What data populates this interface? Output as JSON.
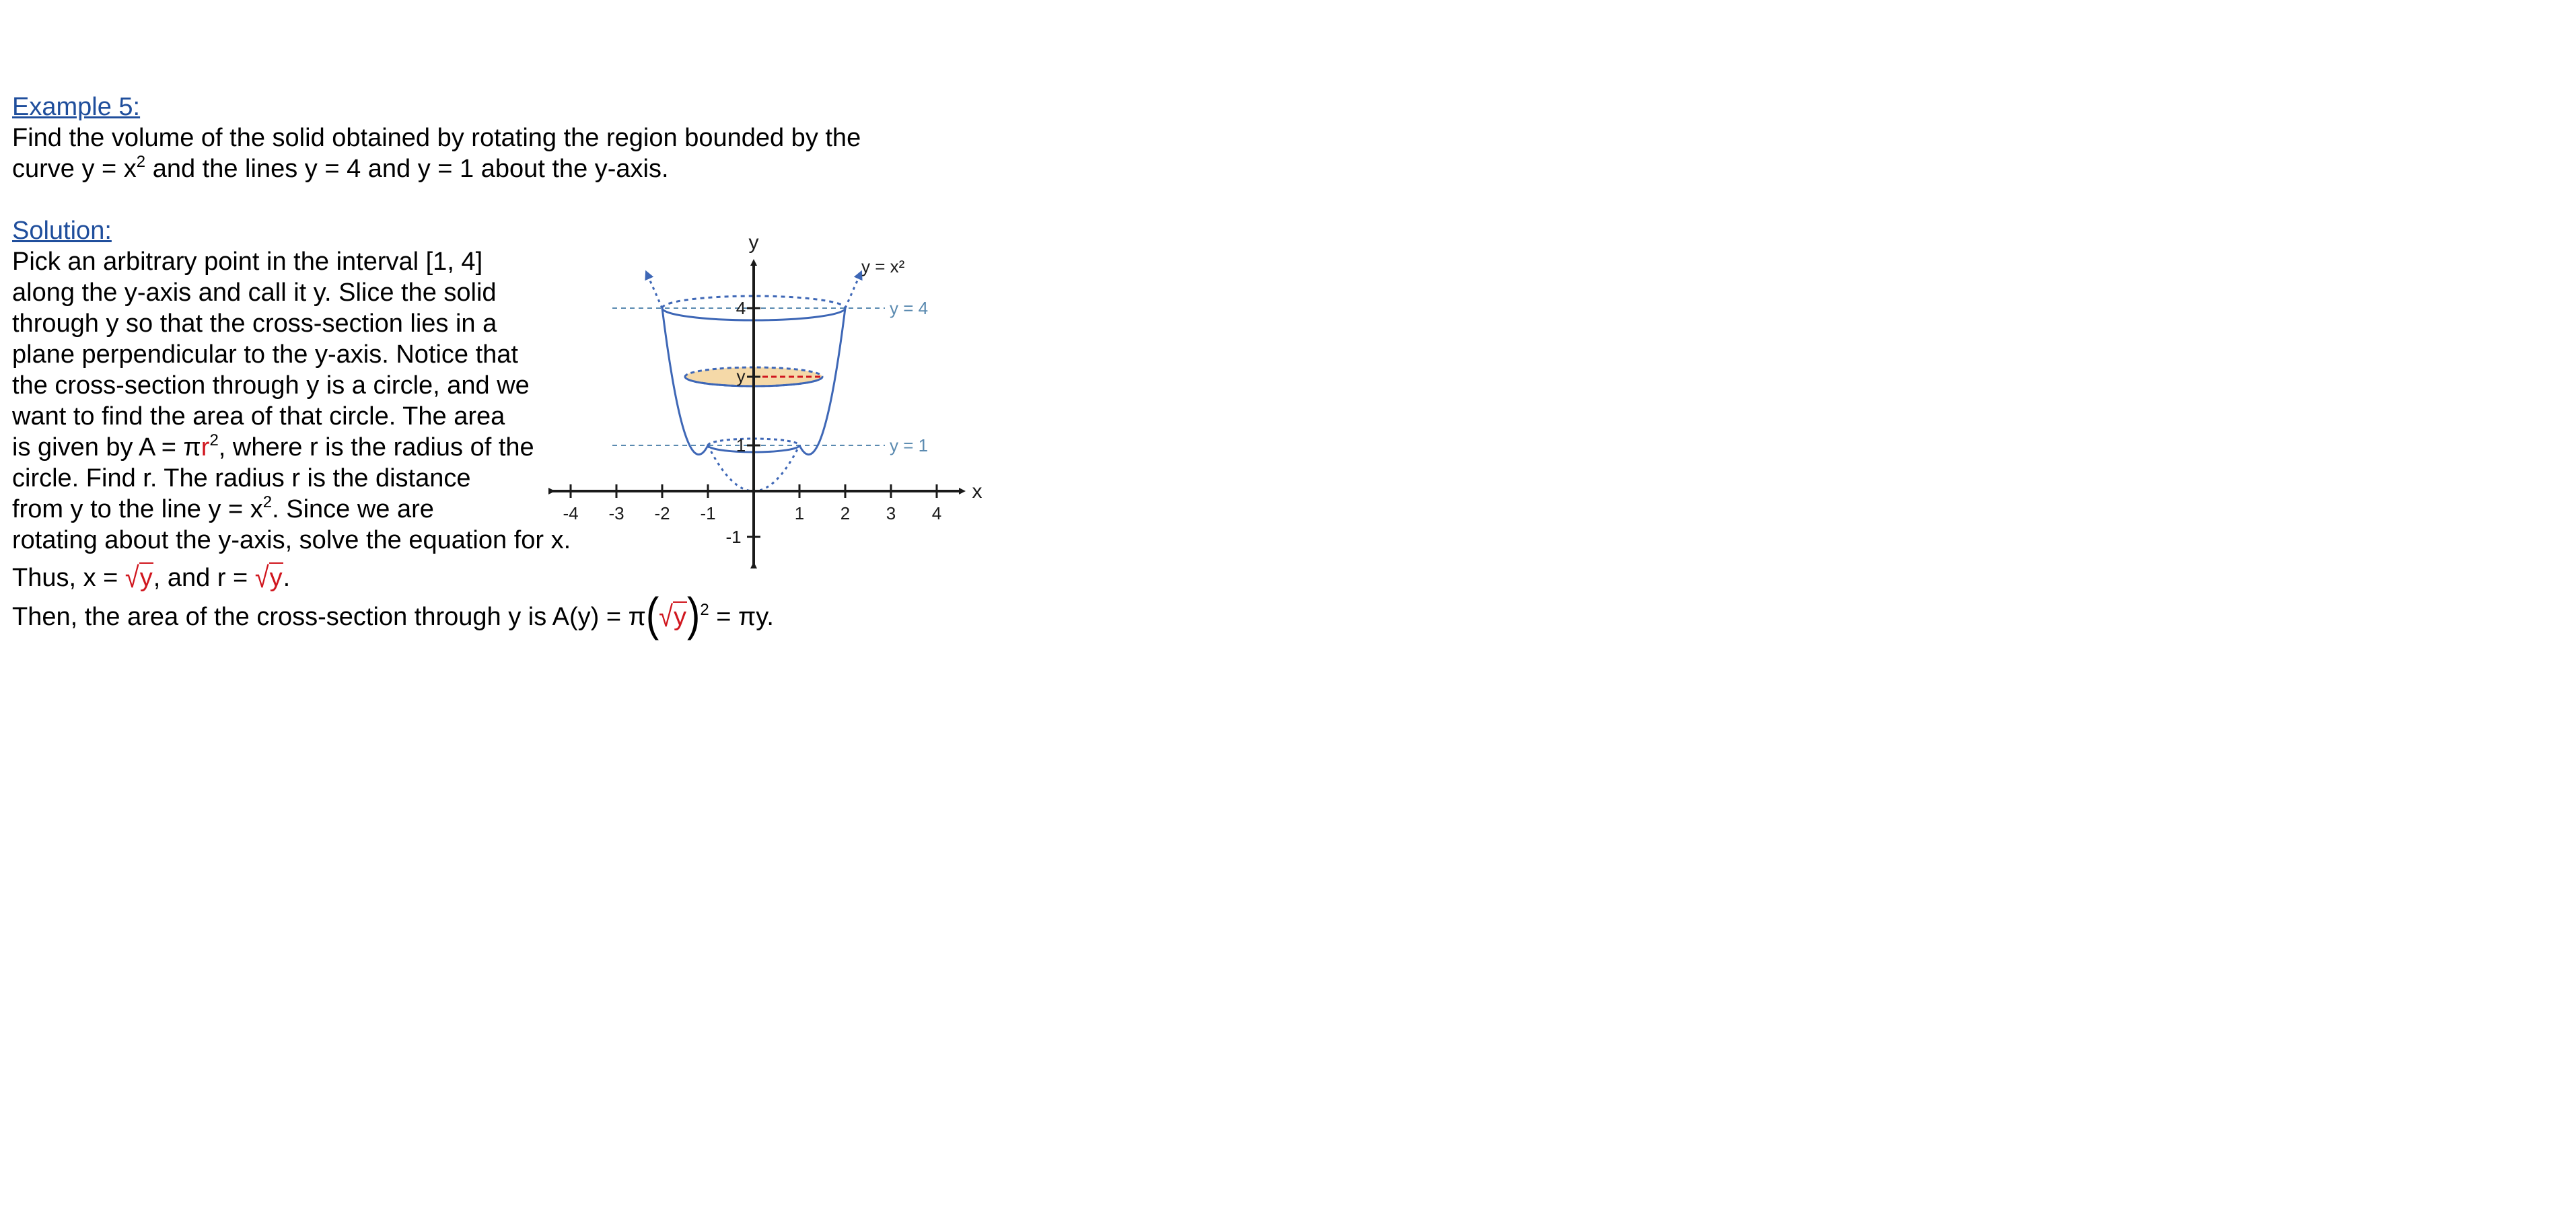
{
  "problem": {
    "heading": "Example 5:",
    "line1": "Find the volume of the solid obtained by rotating the region bounded by the",
    "line2_pre": "curve y = x",
    "line2_exp": "2",
    "line2_post": " and the lines y = 4 and y = 1 about the y-axis."
  },
  "solution": {
    "heading": "Solution:",
    "l1": "Pick an arbitrary point in the interval [1, 4]",
    "l2": "along the y-axis and call it y.  Slice the solid",
    "l3": "through y so that the cross-section lies in a",
    "l4": "plane perpendicular to the y-axis.  Notice that",
    "l5": "the cross-section through y is a circle, and we",
    "l6": "want to find the area of that circle.  The area",
    "l7_a": "is given by A = π",
    "l7_r": "r",
    "l7_exp": "2",
    "l7_b": ", where r is the radius of the",
    "l8": "circle.  Find r.  The radius r is the distance",
    "l9_a": "from y to the line y = x",
    "l9_exp": "2",
    "l9_b": ".  Since we are",
    "l10": "rotating about the y-axis, solve the equation for x.",
    "l11_a": "Thus, x = ",
    "l11_rad": "y",
    "l11_b": ", and r = ",
    "l11_rad2": "y",
    "l11_c": ".",
    "l12_a": "Then, the area of the cross-section through y is A(y) = π",
    "l12_rad": "y",
    "l12_exp": "2",
    "l12_b": " = πy."
  },
  "diagram": {
    "x_axis_label": "x",
    "y_axis_label": "y",
    "x_ticks": [
      "-4",
      "-3",
      "-2",
      "-1",
      "1",
      "2",
      "3",
      "4"
    ],
    "y_tick_neg": "-1",
    "tick_4": "4",
    "tick_1": "1",
    "tick_y": "y",
    "curve_label": "y = x²",
    "line_y4_label": "y = 4",
    "line_y1_label": "y = 1",
    "colors": {
      "curve": "#3e67b6",
      "guide": "#5a8ab0",
      "disk_fill": "#f5d9a8",
      "disk_radius": "#d0161e"
    }
  }
}
